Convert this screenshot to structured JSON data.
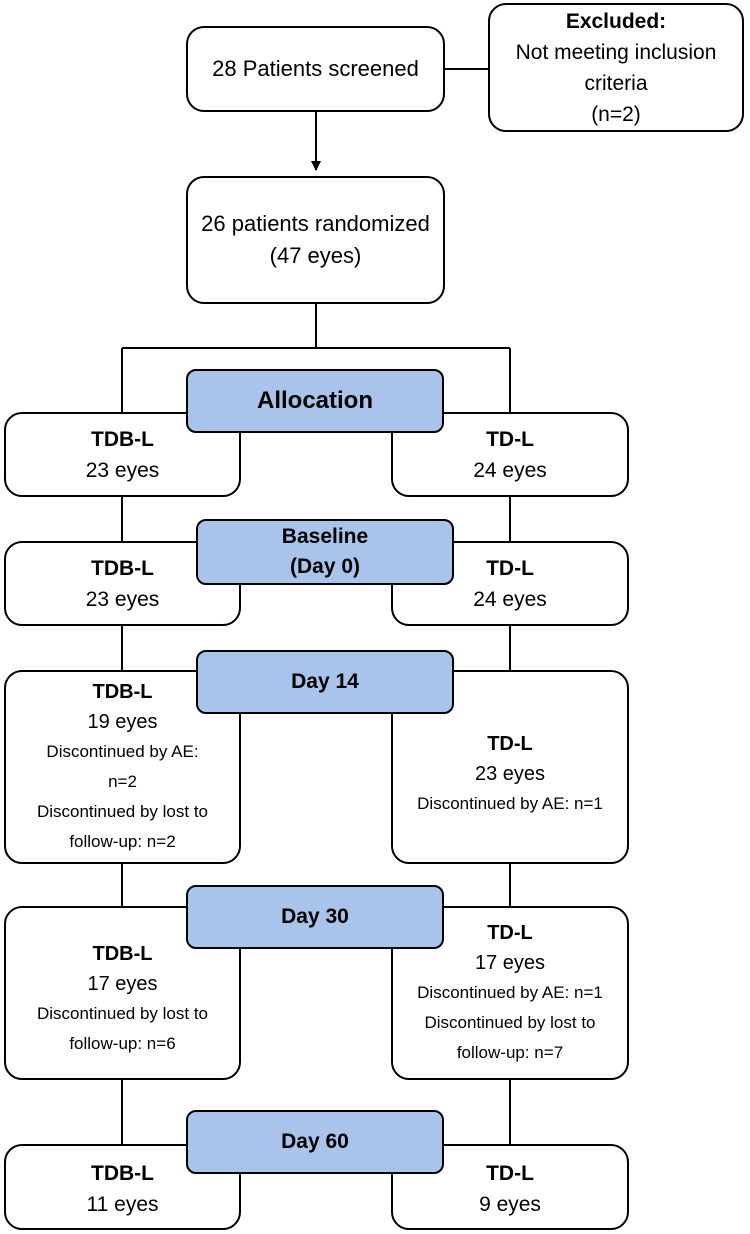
{
  "screening": {
    "text": "28 Patients screened"
  },
  "excluded": {
    "title": "Excluded:",
    "line1": "Not meeting inclusion",
    "line2": "criteria",
    "count": "(n=2)"
  },
  "randomized": {
    "line1": "26 patients randomized",
    "line2": "(47 eyes)"
  },
  "stages": {
    "allocation": "Allocation",
    "baseline_line1": "Baseline",
    "baseline_line2": "(Day 0)",
    "day14": "Day 14",
    "day30": "Day 30",
    "day60": "Day 60"
  },
  "allocation": {
    "left": {
      "arm": "TDB-L",
      "eyes": "23 eyes"
    },
    "right": {
      "arm": "TD-L",
      "eyes": "24 eyes"
    }
  },
  "baseline": {
    "left": {
      "arm": "TDB-L",
      "eyes": "23 eyes"
    },
    "right": {
      "arm": "TD-L",
      "eyes": "24 eyes"
    }
  },
  "day14": {
    "left": {
      "arm": "TDB-L",
      "eyes": "19 eyes",
      "note1": "Discontinued by AE:",
      "note2": "n=2",
      "note3": "Discontinued by lost to",
      "note4": "follow-up: n=2"
    },
    "right": {
      "arm": "TD-L",
      "eyes": "23 eyes",
      "note1": "Discontinued by AE: n=1"
    }
  },
  "day30": {
    "left": {
      "arm": "TDB-L",
      "eyes": "17 eyes",
      "note1": "Discontinued by lost to",
      "note2": "follow-up: n=6"
    },
    "right": {
      "arm": "TD-L",
      "eyes": "17 eyes",
      "note1": "Discontinued by AE: n=1",
      "note2": "Discontinued by lost to",
      "note3": "follow-up: n=7"
    }
  },
  "day60": {
    "left": {
      "arm": "TDB-L",
      "eyes": "11 eyes"
    },
    "right": {
      "arm": "TD-L",
      "eyes": "9 eyes"
    }
  }
}
